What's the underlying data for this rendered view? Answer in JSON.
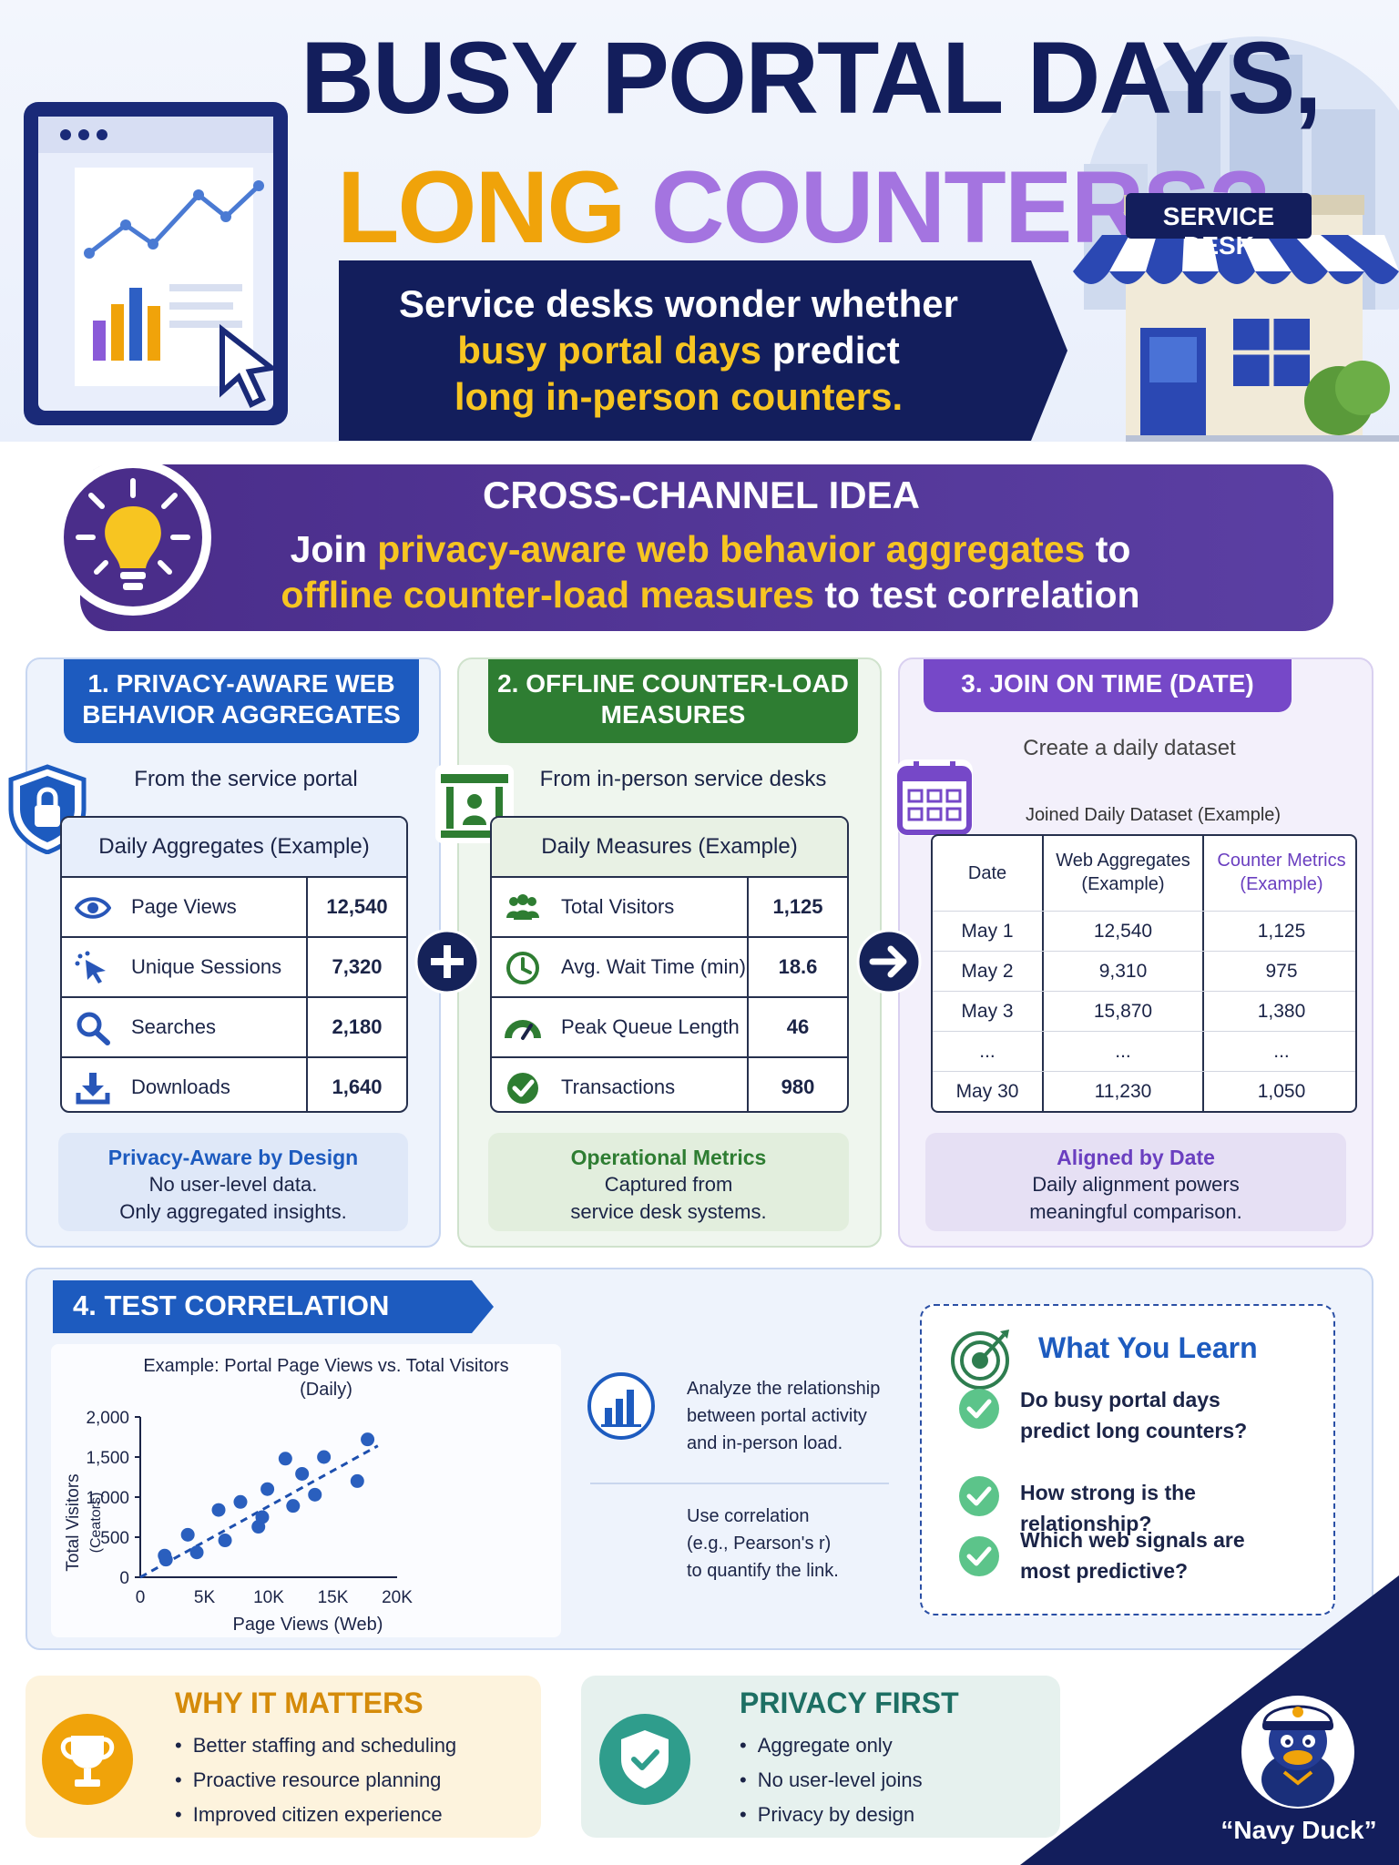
{
  "hero": {
    "title_line1": "BUSY PORTAL DAYS,",
    "title_line2_part1": "LONG",
    "title_line2_part2": "COUNTERS?",
    "banner_part1": "Service desks wonder whether",
    "banner_highlight1": "busy portal days",
    "banner_part2": " predict",
    "banner_highlight2": "long in-person counters.",
    "store_sign": "SERVICE DESK"
  },
  "idea": {
    "title": "CROSS-CHANNEL IDEA",
    "text_part1": "Join ",
    "text_highlight1": "privacy-aware web behavior aggregates",
    "text_part2": " to",
    "text_highlight2": "offline counter-load measures",
    "text_part3": " to test correlation"
  },
  "step1": {
    "tab_line1": "1. PRIVACY-AWARE WEB",
    "tab_line2": "BEHAVIOR AGGREGATES",
    "subtitle": "From the service portal",
    "card_title": "Daily Aggregates (Example)",
    "rows": [
      {
        "label": "Page Views",
        "value": "12,540",
        "icon": "eye-icon"
      },
      {
        "label": "Unique Sessions",
        "value": "7,320",
        "icon": "cursor-click-icon"
      },
      {
        "label": "Searches",
        "value": "2,180",
        "icon": "search-icon"
      },
      {
        "label": "Downloads",
        "value": "1,640",
        "icon": "download-icon"
      }
    ],
    "note_title": "Privacy-Aware by Design",
    "note_line1": "No user-level data.",
    "note_line2": "Only aggregated insights."
  },
  "step2": {
    "tab_line1": "2. OFFLINE COUNTER-LOAD",
    "tab_line2": "MEASURES",
    "subtitle": "From in-person service desks",
    "card_title": "Daily Measures (Example)",
    "rows": [
      {
        "label": "Total Visitors",
        "value": "1,125",
        "icon": "people-icon"
      },
      {
        "label": "Avg. Wait Time (min)",
        "value": "18.6",
        "icon": "clock-icon"
      },
      {
        "label": "Peak Queue Length",
        "value": "46",
        "icon": "gauge-icon"
      },
      {
        "label": "Transactions",
        "value": "980",
        "icon": "check-circle-icon"
      }
    ],
    "note_title": "Operational Metrics",
    "note_line1": "Captured from",
    "note_line2": "service desk systems."
  },
  "step3": {
    "tab": "3. JOIN ON TIME (DATE)",
    "subtitle": "Create a daily dataset",
    "table_caption": "Joined Daily Dataset (Example)",
    "headers": {
      "date": "Date",
      "web_line1": "Web Aggregates",
      "web_line2": "(Example)",
      "counter_line1": "Counter Metrics",
      "counter_line2": "(Example)"
    },
    "rows": [
      {
        "date": "May 1",
        "web": "12,540",
        "counter": "1,125"
      },
      {
        "date": "May 2",
        "web": "9,310",
        "counter": "975"
      },
      {
        "date": "May 3",
        "web": "15,870",
        "counter": "1,380"
      },
      {
        "date": "...",
        "web": "...",
        "counter": "..."
      },
      {
        "date": "May 30",
        "web": "11,230",
        "counter": "1,050"
      }
    ],
    "note_title": "Aligned by Date",
    "note_line1": "Daily alignment powers",
    "note_line2": "meaningful comparison."
  },
  "correlation": {
    "tab": "4. TEST CORRELATION",
    "analyze_line1": "Analyze the relationship",
    "analyze_line2": "between portal activity",
    "analyze_line3": "and in-person load.",
    "use_line1": "Use correlation",
    "use_line2": "(e.g., Pearson's r)",
    "use_line3": "to quantify the link."
  },
  "chart_data": {
    "type": "scatter",
    "title_line1": "Example: Portal Page Views vs. Total Visitors",
    "title_line2": "(Daily)",
    "xlabel": "Page Views (Web)",
    "ylabel": "Total Visitors",
    "ylabel_sub": "(Ceators)",
    "xlim": [
      0,
      20000
    ],
    "ylim": [
      0,
      2000
    ],
    "x_ticks": [
      "0",
      "5K",
      "10K",
      "15K",
      "20K"
    ],
    "y_ticks": [
      "0",
      "500",
      "1,000",
      "1,500",
      "2,000"
    ],
    "trendline": {
      "x": [
        0,
        18500
      ],
      "y": [
        0,
        1640
      ],
      "style": "dashed"
    },
    "points": [
      {
        "x": 1900,
        "y": 270
      },
      {
        "x": 2000,
        "y": 220
      },
      {
        "x": 3700,
        "y": 530
      },
      {
        "x": 4400,
        "y": 310
      },
      {
        "x": 6100,
        "y": 840
      },
      {
        "x": 6600,
        "y": 460
      },
      {
        "x": 7800,
        "y": 940
      },
      {
        "x": 9200,
        "y": 630
      },
      {
        "x": 9500,
        "y": 750
      },
      {
        "x": 9900,
        "y": 1100
      },
      {
        "x": 11300,
        "y": 1480
      },
      {
        "x": 11900,
        "y": 890
      },
      {
        "x": 12600,
        "y": 1290
      },
      {
        "x": 13600,
        "y": 1030
      },
      {
        "x": 14300,
        "y": 1500
      },
      {
        "x": 16900,
        "y": 1200
      },
      {
        "x": 17700,
        "y": 1720
      }
    ],
    "colors": {
      "points": "#2a5fbe",
      "trend": "#1d4fae"
    }
  },
  "learn": {
    "title": "What You Learn",
    "items": [
      {
        "line1": "Do busy portal days",
        "line2": "predict long counters?"
      },
      {
        "line1": "How strong is the relationship?",
        "line2": ""
      },
      {
        "line1": "Which web signals are",
        "line2": "most predictive?"
      }
    ]
  },
  "why": {
    "title": "WHY IT MATTERS",
    "items": [
      "Better staffing and scheduling",
      "Proactive resource planning",
      "Improved citizen experience"
    ]
  },
  "privacy": {
    "title": "PRIVACY FIRST",
    "items": [
      "Aggregate only",
      "No user-level joins",
      "Privacy by design"
    ]
  },
  "mascot": {
    "name": "“Navy Duck”"
  },
  "colors": {
    "navy": "#131e5c",
    "yellow": "#f0a30a",
    "lavender": "#a474e0",
    "blue": "#1d5bbf",
    "green": "#2e7d32",
    "purple": "#7648c8"
  }
}
